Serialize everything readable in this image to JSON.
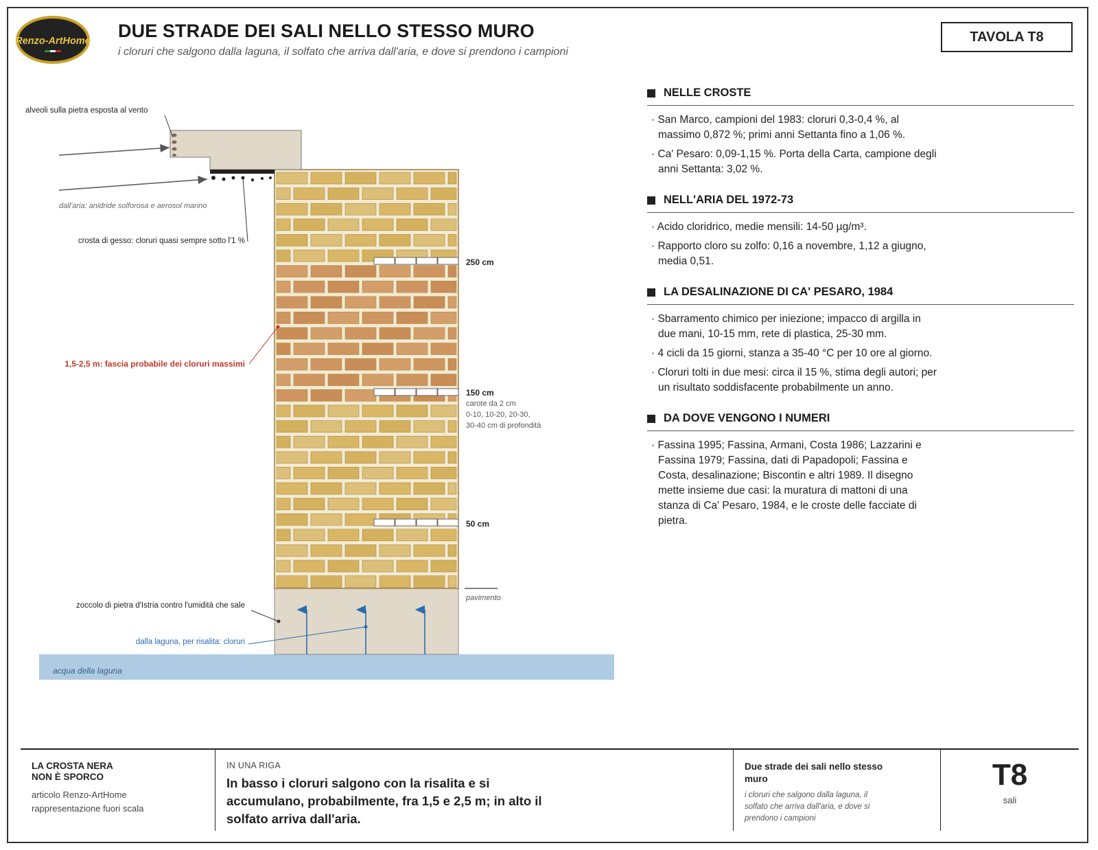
{
  "header": {
    "logo_text": "Renzo-ArtHome",
    "title": "DUE STRADE DEI SALI NELLO STESSO MURO",
    "subtitle": "i cloruri che salgono dalla laguna, il solfato che arriva dall'aria, e dove si prendono i campioni",
    "plate": "TAVOLA T8"
  },
  "drawing": {
    "labels": {
      "alveoli": "alveoli sulla pietra esposta al vento",
      "air": "dall'aria: anidride solforosa e aerosol marino",
      "crust": "crosta di gesso: cloruri quasi sempre sotto l'1 %",
      "band": "1,5-2,5 m: fascia probabile dei cloruri massimi",
      "plinth": "zoccolo di pietra d'Istria contro l'umidità che sale",
      "rising": "dalla laguna, per risalita: cloruri",
      "water": "acqua della laguna",
      "floor": "pavimento",
      "h250": "250 cm",
      "h150": "150 cm",
      "h50": "50 cm",
      "cores1": "carote da 2 cm",
      "cores2": "0-10, 10-20, 20-30,",
      "cores3": "30-40 cm di profondità"
    },
    "colors": {
      "brick": "#d9b766",
      "brick_band": "#cf9561",
      "mortar": "#f3ead2",
      "stone": "#e0d8c8",
      "water": "#aecbe3",
      "band_label": "#c0392b",
      "rising_label": "#2a6cb0"
    }
  },
  "sections": [
    {
      "title": "NELLE CROSTE",
      "items": [
        "San Marco, campioni del 1983: cloruri 0,3-0,4 %, al massimo 0,872 %; primi anni Settanta fino a 1,06 %.",
        "Ca' Pesaro: 0,09-1,15 %. Porta della Carta, campione degli anni Settanta: 3,02 %."
      ]
    },
    {
      "title": "NELL'ARIA DEL 1972-73",
      "items": [
        "Acido cloridrico, medie mensili: 14-50 µg/m³.",
        "Rapporto cloro su zolfo: 0,16 a novembre, 1,12 a giugno, media 0,51."
      ]
    },
    {
      "title": "LA DESALINAZIONE DI CA' PESARO, 1984",
      "items": [
        "Sbarramento chimico per iniezione; impacco di argilla in due mani, 10-15 mm, rete di plastica, 25-30 mm.",
        "4 cicli da 15 giorni, stanza a 35-40 °C per 10 ore al giorno.",
        "Cloruri tolti in due mesi: circa il 15 %, stima degli autori; per un risultato soddisfacente probabilmente un anno."
      ]
    },
    {
      "title": "DA DOVE VENGONO I NUMERI",
      "items": [
        "Fassina 1995; Fassina, Armani, Costa 1986; Lazzarini e Fassina 1979; Fassina, dati di Papadopoli; Fassina e Costa, desalinazione; Biscontin e altri 1989. Il disegno mette insieme due casi: la muratura di mattoni di una stanza di Ca' Pesaro, 1984, e le croste delle facciate di pietra."
      ]
    }
  ],
  "footer": {
    "series_title": "LA CROSTA NERA NON È SPORCO",
    "meta1": "articolo Renzo-ArtHome",
    "meta2": "rappresentazione fuori scala",
    "row_label": "IN UNA RIGA",
    "row_text": "In basso i cloruri salgono con la risalita e si accumulano, probabilmente, fra 1,5 e 2,5 m; in alto il solfato arriva dall'aria.",
    "plate_title": "Due strade dei sali nello stesso muro",
    "plate_sub": "i cloruri che salgono dalla laguna, il solfato che arriva dall'aria, e dove si prendono i campioni",
    "code": "T8",
    "category": "sali"
  }
}
